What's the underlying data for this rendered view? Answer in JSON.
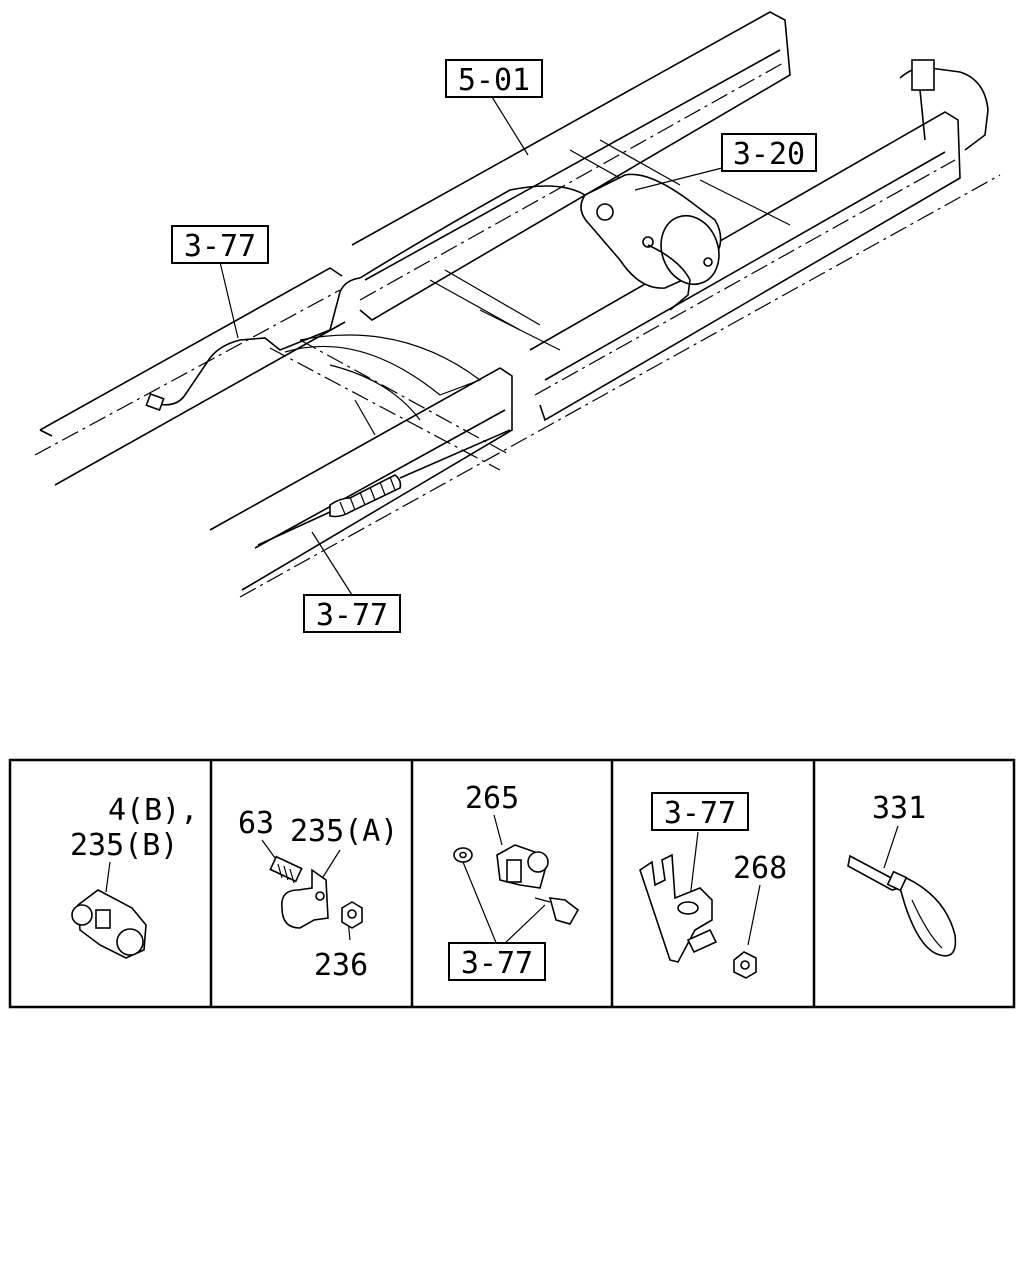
{
  "main_callouts": [
    {
      "id": "c501",
      "text": "5-01"
    },
    {
      "id": "c320",
      "text": "3-20"
    },
    {
      "id": "c377a",
      "text": "3-77"
    },
    {
      "id": "c377b",
      "text": "3-77"
    }
  ],
  "detail_panels": [
    {
      "labels": [
        "4(B),",
        "235(B)"
      ]
    },
    {
      "labels": [
        "63",
        "235(A)",
        "236"
      ]
    },
    {
      "labels": [
        "265",
        "3-77"
      ]
    },
    {
      "labels": [
        "3-77",
        "268"
      ]
    },
    {
      "labels": [
        "331"
      ]
    }
  ]
}
